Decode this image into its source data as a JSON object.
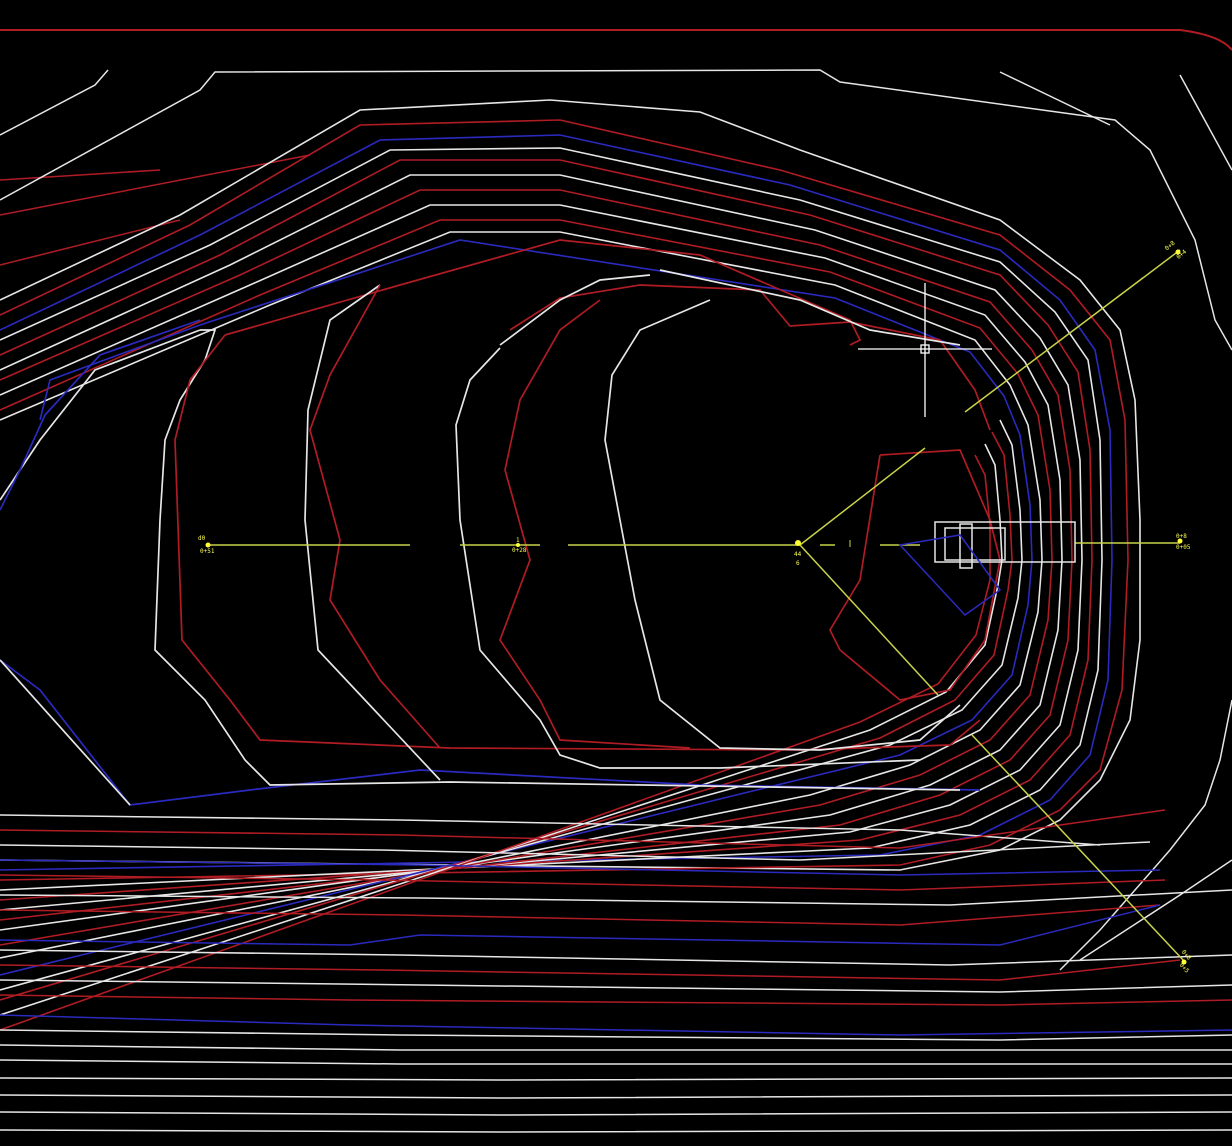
{
  "app": {
    "title": ""
  },
  "colors": {
    "background": "#000000",
    "contour_primary": "#e6e6e6",
    "contour_secondary": "#b01c24",
    "contour_index": "#2a2abf",
    "alignment": "#c8d24a",
    "station_marker": "#ffff33",
    "crosshair": "#ffffff"
  },
  "icons": {
    "cursor": "crosshair-cursor-icon",
    "station": "station-marker-icon",
    "structure": "structure-block-icon"
  },
  "labels": {
    "station_west": {
      "line1": "d0",
      "line2": "0+51"
    },
    "station_mid": {
      "line1": "1",
      "line2": "0+28"
    },
    "station_center": {
      "line1": "44",
      "line2": "6"
    },
    "station_east": {
      "line1": "0+8",
      "line2": "0+05"
    },
    "station_ne": {
      "line1": "0+8",
      "line2": "0+4"
    },
    "station_se": {
      "line1": "0+8",
      "line2": "0+5"
    }
  }
}
